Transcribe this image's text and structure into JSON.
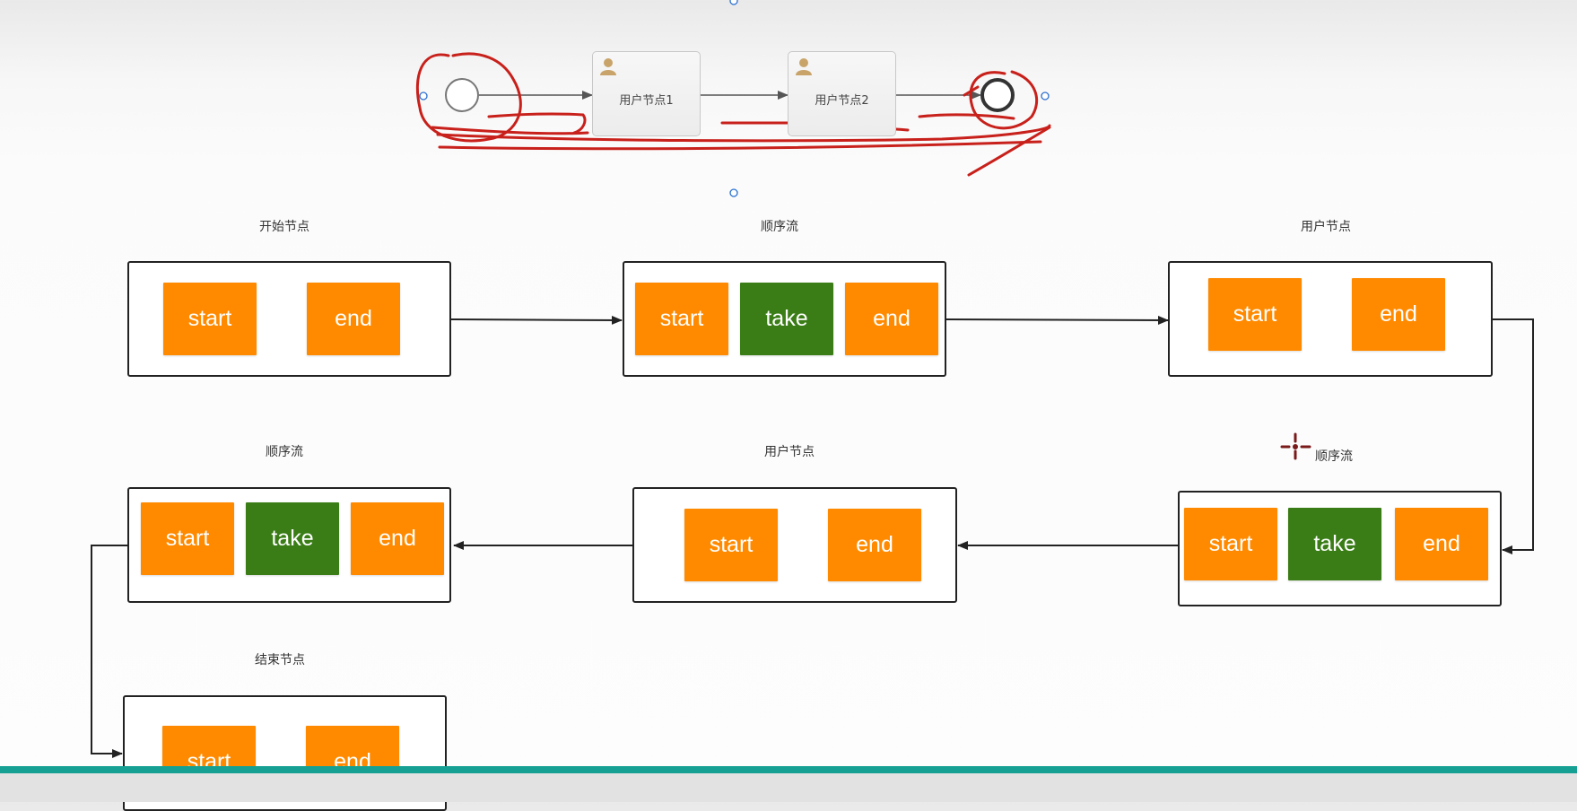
{
  "bpmn": {
    "task1_label": "用户节点1",
    "task2_label": "用户节点2",
    "user_icon": "user-icon",
    "selection_handle_icon": "selection-handle-icon"
  },
  "nodes": {
    "start_node": {
      "label": "开始节点",
      "chips": [
        "start",
        "end"
      ]
    },
    "flow1": {
      "label": "顺序流",
      "chips": [
        "start",
        "take",
        "end"
      ]
    },
    "user1": {
      "label": "用户节点",
      "chips": [
        "start",
        "end"
      ]
    },
    "flow2": {
      "label": "顺序流",
      "chips": [
        "start",
        "take",
        "end"
      ]
    },
    "user2": {
      "label": "用户节点",
      "chips": [
        "start",
        "end"
      ]
    },
    "flow3": {
      "label": "顺序流",
      "chips": [
        "start",
        "take",
        "end"
      ]
    },
    "end_node": {
      "label": "结束节点",
      "chips": [
        "start",
        "end"
      ]
    }
  },
  "colors": {
    "orange_chip": "#ff8a00",
    "green_chip": "#3a7d16",
    "annotation_red": "#c8201b",
    "bottom_bar": "#16a093",
    "cursor": "#7a1a1a"
  },
  "cursor_icon": "move-cursor-icon"
}
